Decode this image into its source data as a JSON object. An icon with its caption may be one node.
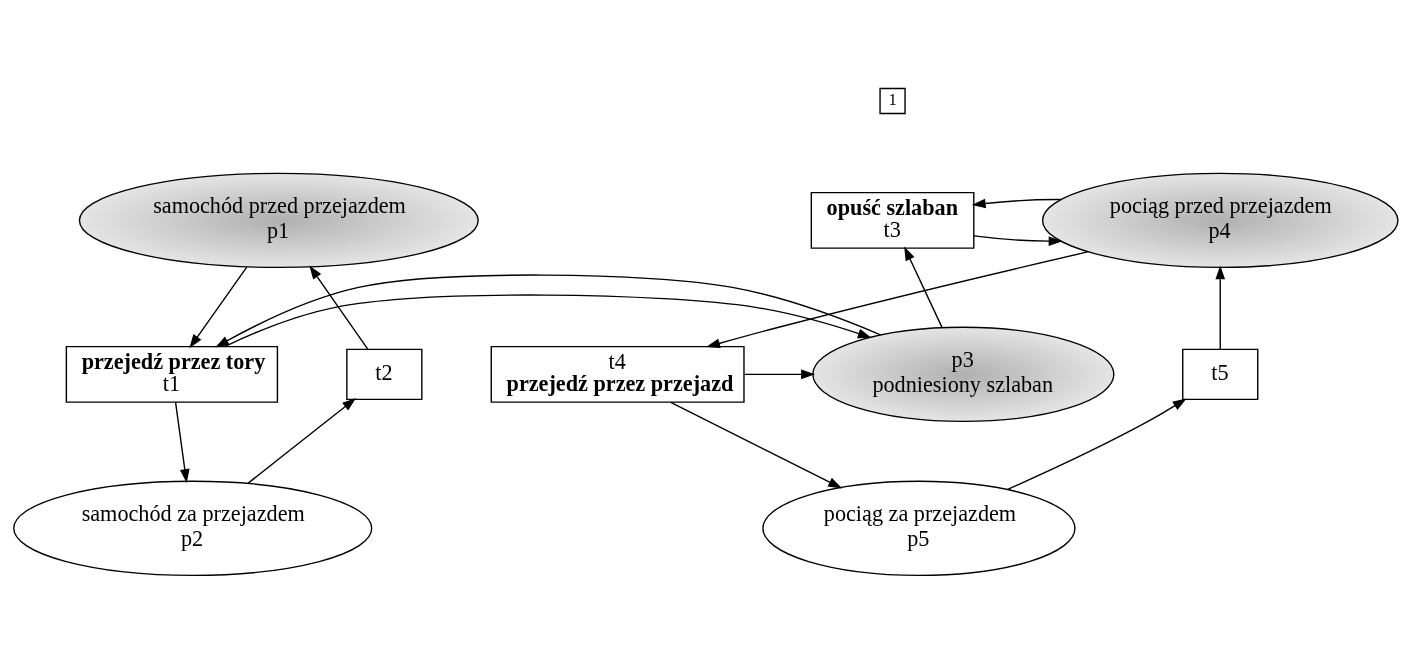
{
  "diagram": {
    "nodes": [
      {
        "text": [
          "samochód przed przejazdem",
          "p1"
        ]
      },
      {
        "text": [
          "opuść szlaban",
          "t3"
        ]
      },
      {
        "text": [
          "pociąg przed przejazdem",
          "p4"
        ]
      },
      {
        "text": [
          "t2"
        ]
      },
      {
        "text": [
          "przejedź przez tory",
          "t1"
        ]
      },
      {
        "text": [
          "p3",
          "podniesiony szlaban"
        ]
      },
      {
        "text": [
          "t4",
          "przejedź przez przejazd"
        ]
      },
      {
        "text": [
          "t5"
        ]
      },
      {
        "text": [
          "samochód za przejazdem",
          "p2"
        ]
      },
      {
        "text": [
          "pociąg za przejazdem",
          "p5"
        ]
      }
    ],
    "edges": [
      {
        "from": 0,
        "to": 4,
        "arrow": "to"
      },
      {
        "from": 4,
        "to": 8,
        "arrow": "to"
      },
      {
        "from": 8,
        "to": 3,
        "arrow": "to"
      },
      {
        "from": 3,
        "to": 0,
        "arrow": "to"
      },
      {
        "from": 4,
        "to": 5,
        "arrow": "to"
      },
      {
        "from": 5,
        "to": 4,
        "arrow": "to"
      },
      {
        "from": 5,
        "to": 1,
        "arrow": "to"
      },
      {
        "from": 1,
        "to": 2,
        "arrow": "to"
      },
      {
        "from": 2,
        "to": 1,
        "arrow": "to"
      },
      {
        "from": 2,
        "to": 6,
        "arrow": "to"
      },
      {
        "from": 6,
        "to": 5,
        "arrow": "to"
      },
      {
        "from": 6,
        "to": 9,
        "arrow": "to"
      },
      {
        "from": 9,
        "to": 7,
        "arrow": "to"
      },
      {
        "from": 7,
        "to": 2,
        "arrow": "to"
      }
    ],
    "labels": [
      "1"
    ]
  }
}
